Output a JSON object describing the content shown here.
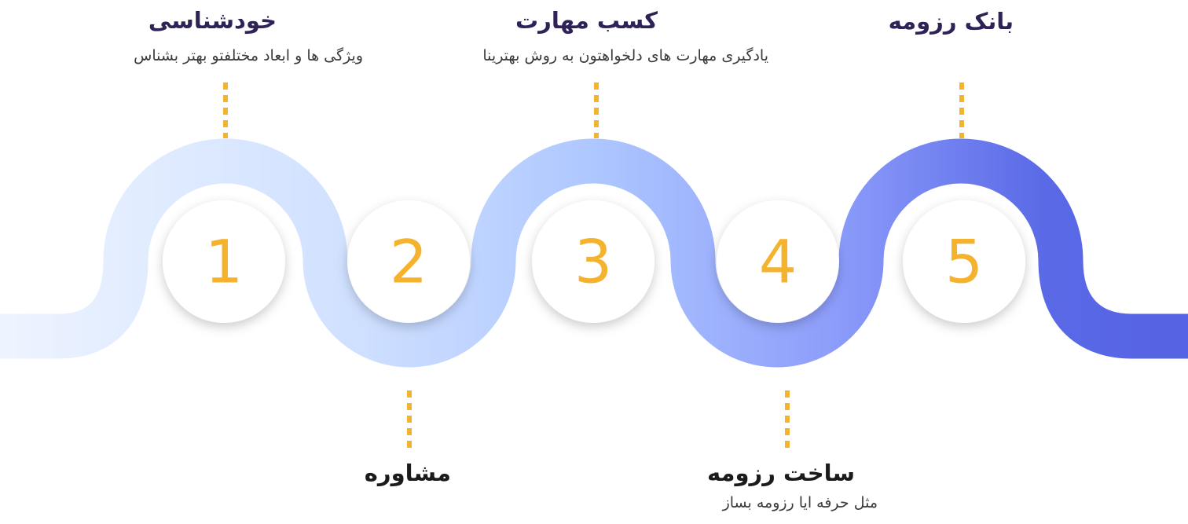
{
  "steps": [
    {
      "number": "1",
      "title": "خودشناسی",
      "description": "ویژگی ها و ابعاد مختلفتو بهتر بشناس"
    },
    {
      "number": "2",
      "title": "مشاوره",
      "description": ""
    },
    {
      "number": "3",
      "title": "کسب مهارت",
      "description": "یادگیری مهارت های دلخواهتون به روش بهترینا"
    },
    {
      "number": "4",
      "title": "ساخت رزومه",
      "description": "مثل حرفه ایا رزومه بساز"
    },
    {
      "number": "5",
      "title": "بانک رزومه",
      "description": ""
    }
  ],
  "colors": {
    "number": "#f5b22c",
    "connector": "#f5b22c",
    "path_start": "#eef4ff",
    "path_mid": "#aec7ff",
    "path_end": "#5563e4",
    "title_top": "#2f2256",
    "title_bottom": "#1b1b1b"
  }
}
